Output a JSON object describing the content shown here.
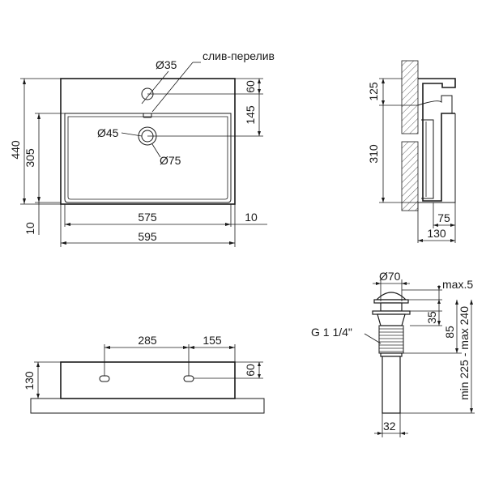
{
  "top_view": {
    "width_total": "595",
    "width_inner": "575",
    "side_right": "10",
    "side_bottom": "10",
    "height_total": "440",
    "height_inner": "305",
    "hole_top_offset": "60",
    "drain_offset": "145",
    "tap_hole": "Ø35",
    "drain_diameter": "Ø45",
    "drain_outer": "Ø75",
    "overflow_label": "слив-перелив"
  },
  "side_view": {
    "upper_height": "125",
    "lower_height": "310",
    "depth_small": "75",
    "depth_total": "130"
  },
  "front_view": {
    "hole_left": "285",
    "hole_right": "155",
    "height": "130",
    "hole_height": "60"
  },
  "drain_valve": {
    "cap_diameter": "Ø70",
    "max_label": "max.5",
    "dim_35": "35",
    "dim_85": "85",
    "thread": "G 1 1/4\"",
    "length_range": "min 225 - max 240",
    "pipe_diameter": "32"
  }
}
